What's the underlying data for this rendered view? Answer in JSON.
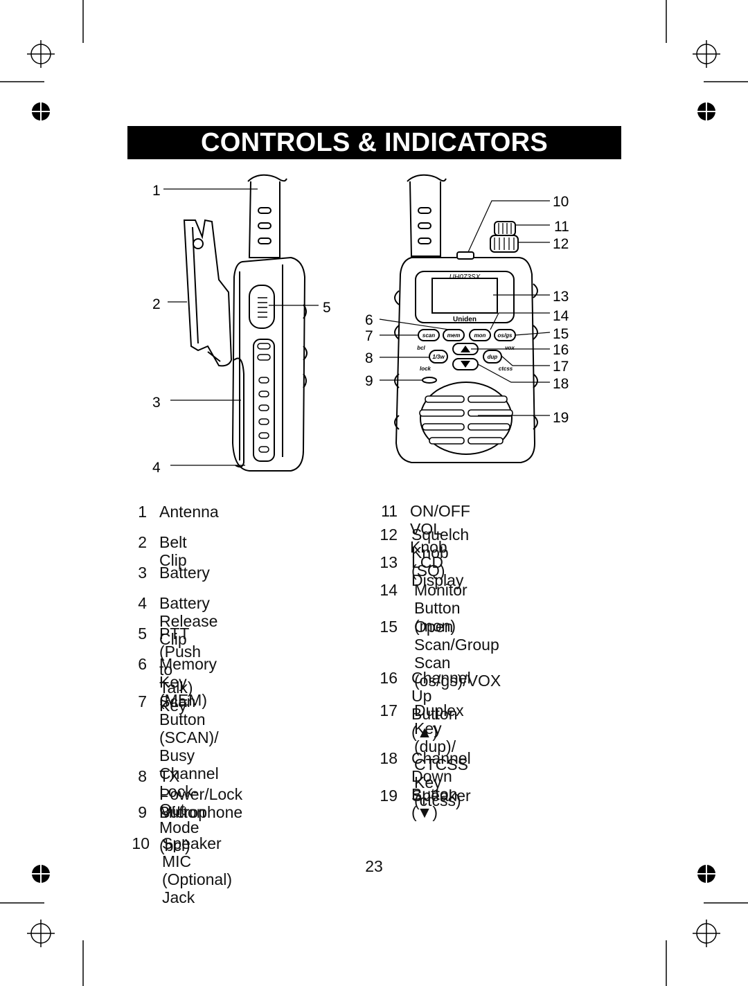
{
  "header": {
    "title": "CONTROLS & INDICATORS"
  },
  "figure": {
    "model_label": "UH073SX",
    "brand": "Uniden",
    "button_labels": {
      "scan": "scan",
      "mem": "mem",
      "mon": "mon",
      "osgs": "os/gs",
      "bcl": "bcl",
      "vox": "vox",
      "power": "1/3w",
      "dup": "dup",
      "lock": "lock",
      "ctcss": "ctcss"
    },
    "callouts": [
      "1",
      "2",
      "3",
      "4",
      "5",
      "6",
      "7",
      "8",
      "9",
      "10",
      "11",
      "12",
      "13",
      "14",
      "15",
      "16",
      "17",
      "18",
      "19"
    ]
  },
  "parts_left": [
    {
      "num": "1",
      "label": "Antenna"
    },
    {
      "num": "2",
      "label": "Belt Clip"
    },
    {
      "num": "3",
      "label": "Battery"
    },
    {
      "num": "4",
      "label": "Battery Release Clip"
    },
    {
      "num": "5",
      "label": "PTT (Push to Talk) Key"
    },
    {
      "num": "6",
      "label": "Memory Key (MEM)"
    },
    {
      "num": "7",
      "label": "Scan Button (SCAN)/\nBusy Channel Lock-Out\nMode (bcl)"
    },
    {
      "num": "8",
      "label": "TX Power/Lock Button"
    },
    {
      "num": "9",
      "label": "Microphone"
    },
    {
      "num": "10",
      "label": "Speaker MIC (Optional) Jack"
    }
  ],
  "parts_right": [
    {
      "num": "11",
      "label": "ON/OFF VOL Knob"
    },
    {
      "num": "12",
      "label": "Squelch Knob (SQ)"
    },
    {
      "num": "13",
      "label": "LCD Display"
    },
    {
      "num": "14",
      "label": "Monitor Button (mon)"
    },
    {
      "num": "15",
      "label": "Open Scan/Group Scan\n(os/gs)/VOX"
    },
    {
      "num": "16",
      "label": "Channel Up Button (▲)"
    },
    {
      "num": "17",
      "label": "Duplex Key (dup)/\nCTCSS Key (ctcss)"
    },
    {
      "num": "18",
      "label": "Channel Down Button (▼)"
    },
    {
      "num": "19",
      "label": "Speaker"
    }
  ],
  "footer": {
    "page_number": "23"
  }
}
